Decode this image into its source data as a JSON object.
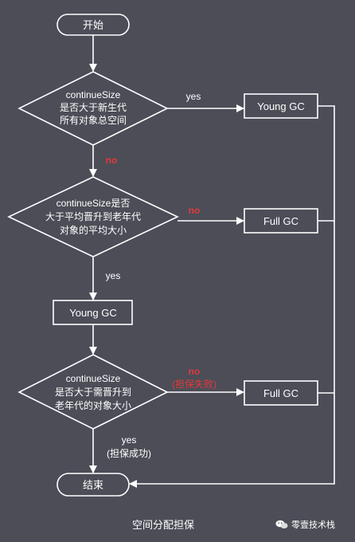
{
  "nodes": {
    "start": "开始",
    "young_gc_1": "Young GC",
    "young_gc_2": "Young GC",
    "full_gc_1": "Full GC",
    "full_gc_2": "Full GC",
    "end": "结束",
    "decision_1": [
      "continueSize",
      "是否大于新生代",
      "所有对象总空间"
    ],
    "decision_2": [
      "continueSize是否",
      "大于平均晋升到老年代",
      "对象的平均大小"
    ],
    "decision_3": [
      "continueSize",
      "是否大于需晋升到",
      "老年代的对象大小"
    ]
  },
  "edges": {
    "d1_yes": "yes",
    "d1_no": "no",
    "d2_no": "no",
    "d2_yes": "yes",
    "d3_no": "no",
    "d3_no_note": "(担保失败)",
    "d3_yes": "yes",
    "d3_yes_note": "(担保成功)"
  },
  "caption": "空间分配担保",
  "watermark": "零壹技术栈",
  "colors": {
    "background": "#4c4d57",
    "stroke": "#ffffff",
    "text": "#ffffff",
    "no_label": "#e03a3a"
  }
}
